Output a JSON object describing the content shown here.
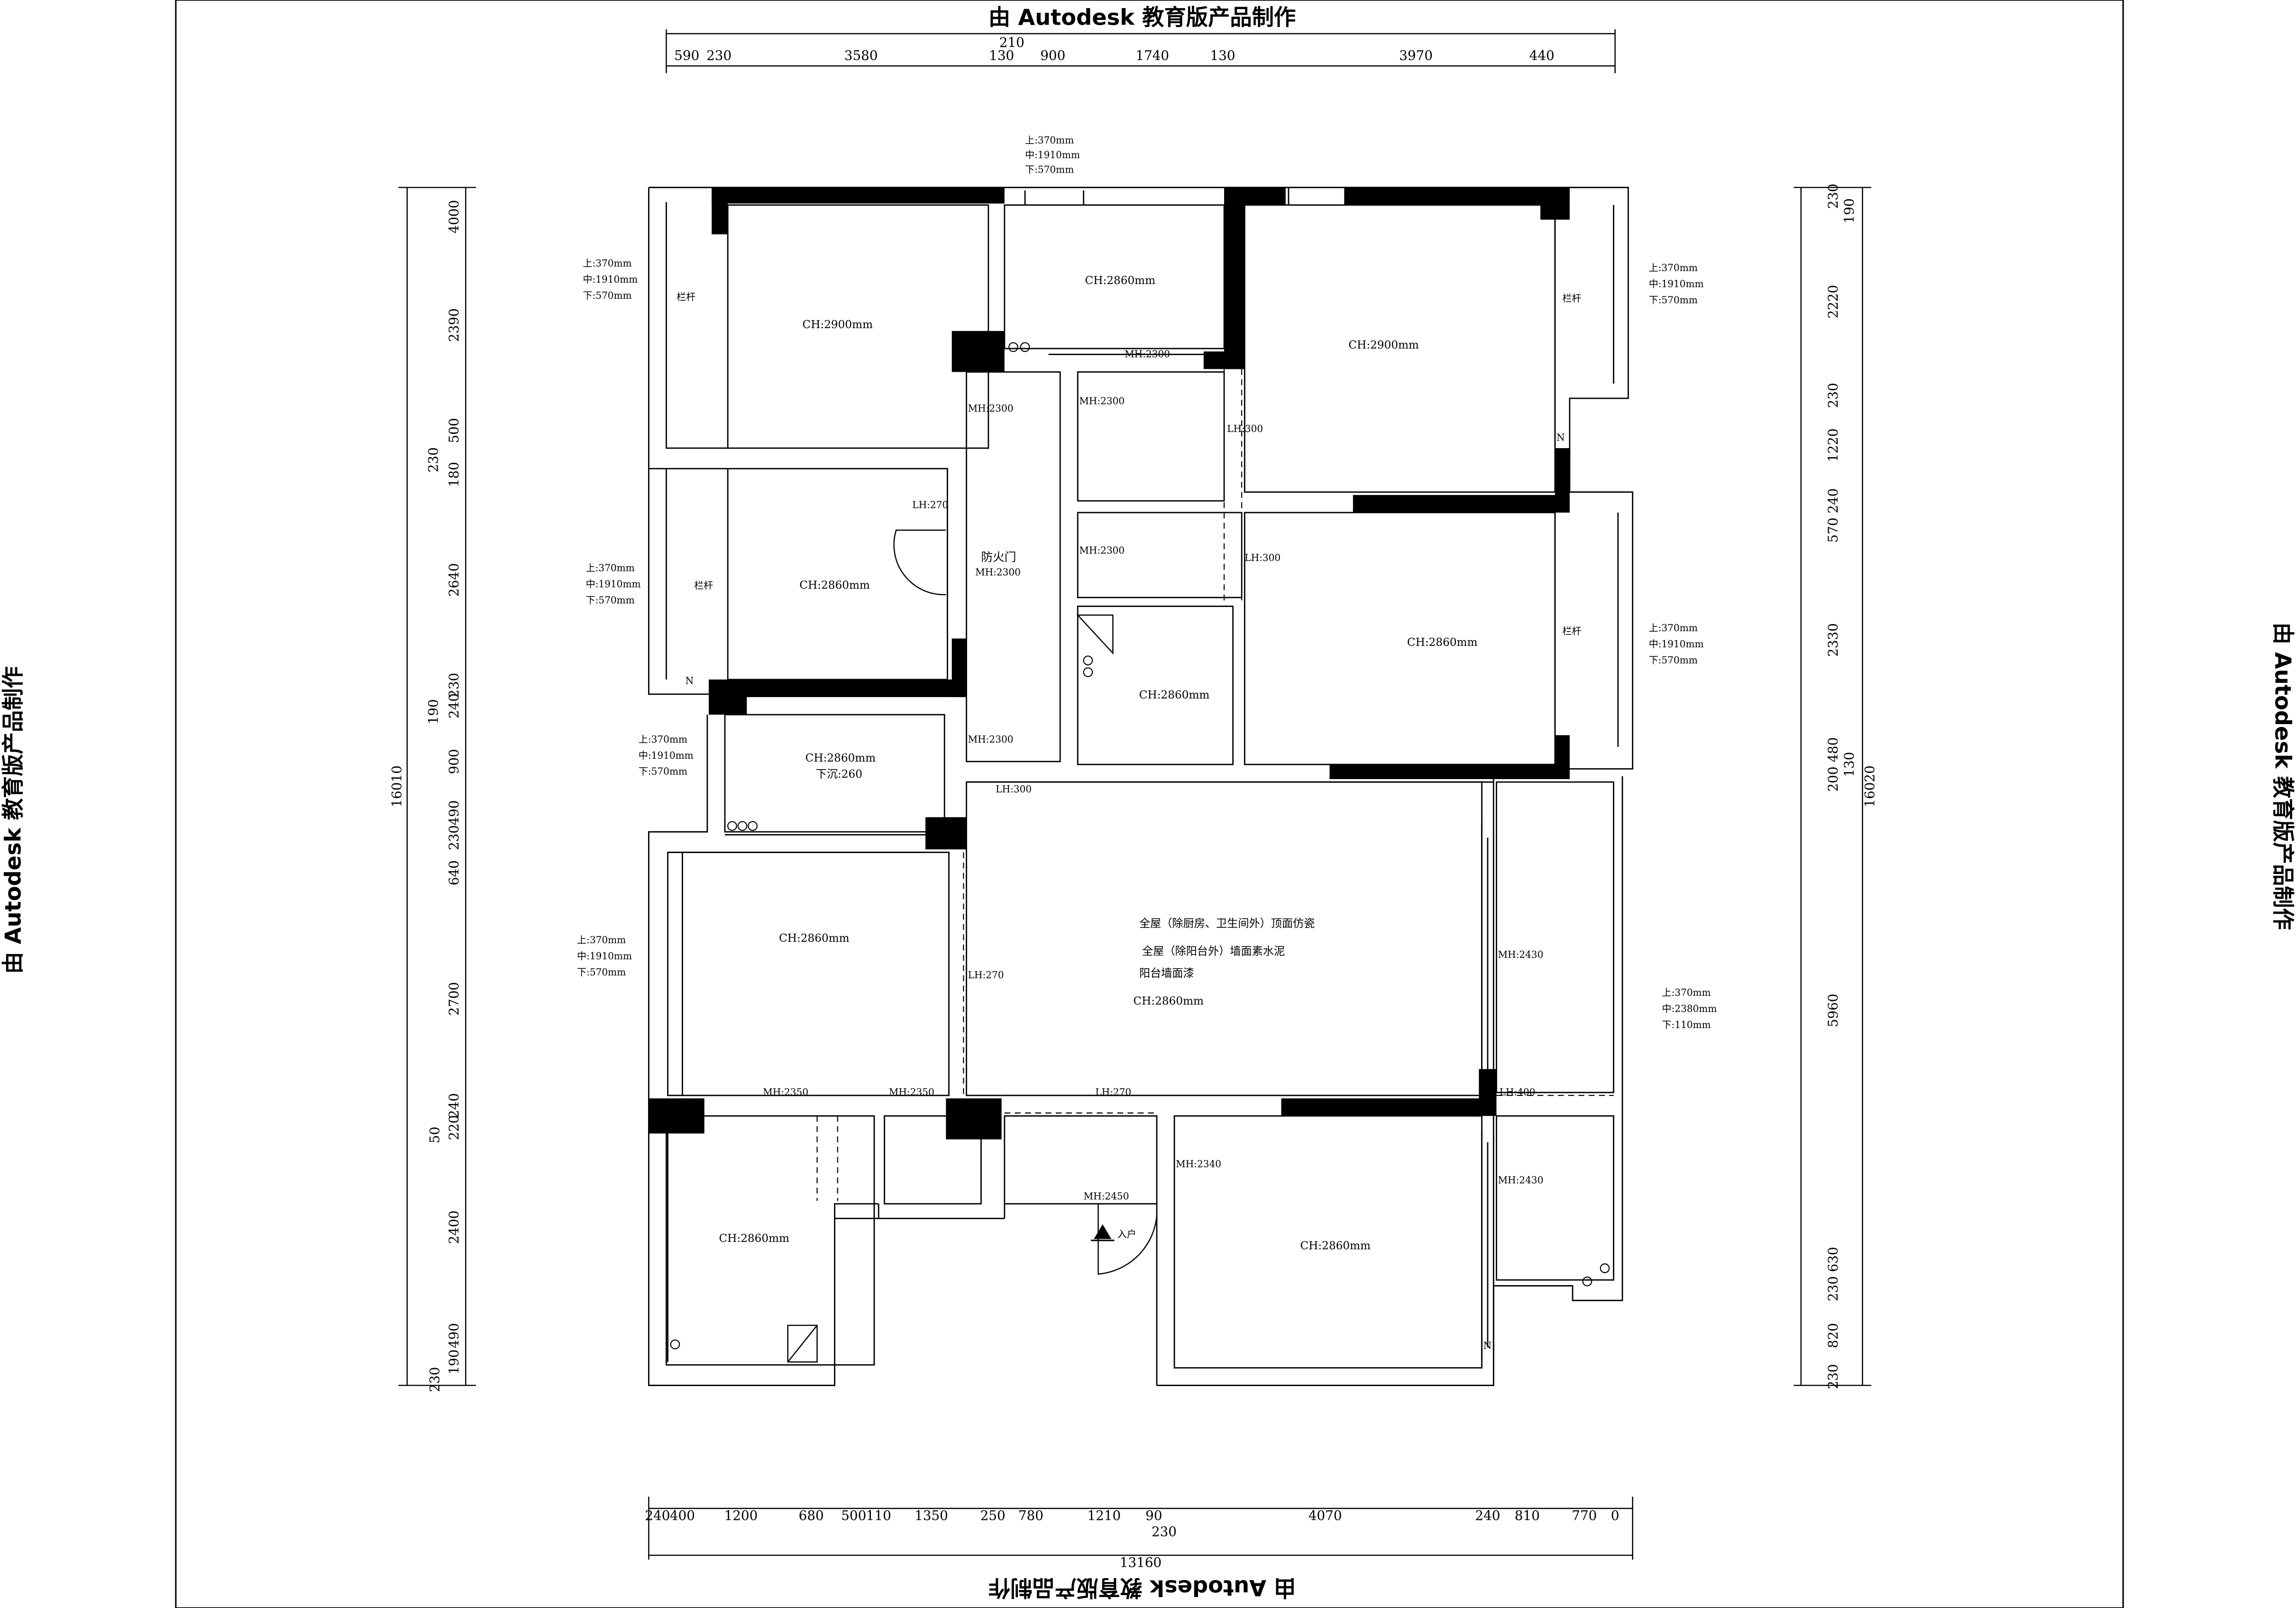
{
  "watermark": "由 Autodesk 教育版产品制作",
  "top_dims": [
    "590",
    "230",
    "3580",
    "130",
    "900",
    "1740",
    "130",
    "3970",
    "440"
  ],
  "top_small": "210",
  "bottom_dims": [
    "240",
    "400",
    "1200",
    "680",
    "500",
    "110",
    "1350",
    "250",
    "780",
    "1210",
    "90",
    "4070",
    "240",
    "810",
    "770",
    "0"
  ],
  "bottom_small": "230",
  "bottom_total": "13160",
  "left_dims": [
    "4000",
    "2390",
    "500",
    "230",
    "180",
    "2640",
    "230",
    "190",
    "240",
    "900",
    "490",
    "230",
    "640",
    "2700",
    "240",
    "50",
    "220",
    "2400",
    "490",
    "190",
    "230"
  ],
  "left_total": "16010",
  "right_dims": [
    "230",
    "190",
    "2220",
    "230",
    "1220",
    "240",
    "570",
    "2330",
    "480",
    "130",
    "200",
    "5960",
    "630",
    "230",
    "820",
    "230"
  ],
  "right_total": "16020",
  "rooms": {
    "r1": "CH:2900mm",
    "r2": "CH:2860mm",
    "r3": "CH:2900mm",
    "r4": "CH:2860mm",
    "r5": "CH:2860mm",
    "r6": "CH:2860mm",
    "r7": "CH:2860mm",
    "r7b": "下沉:260",
    "r8": "CH:2860mm",
    "r9": "CH:2860mm",
    "r10": "CH:2860mm",
    "r11": "CH:2860mm"
  },
  "notes": {
    "n1": "全屋（除厨房、卫生间外）顶面仿瓷",
    "n2": "全屋（除阳台外）墙面素水泥",
    "n3": "阳台墙面漆"
  },
  "labels": {
    "mh2300": "MH:2300",
    "mh2350": "MH:2350",
    "mh2430": "MH:2430",
    "mh2340": "MH:2340",
    "mh2450": "MH:2450",
    "lh270": "LH:270",
    "lh300": "LH:300",
    "lh400": "LH:400",
    "railing": "栏杆",
    "fire_door": "防火门",
    "entrance": "入户",
    "n": "N"
  },
  "window_heights": {
    "std": [
      "上:370mm",
      "中:1910mm",
      "下:570mm"
    ],
    "big": [
      "上:370mm",
      "中:2380mm",
      "下:110mm"
    ]
  }
}
